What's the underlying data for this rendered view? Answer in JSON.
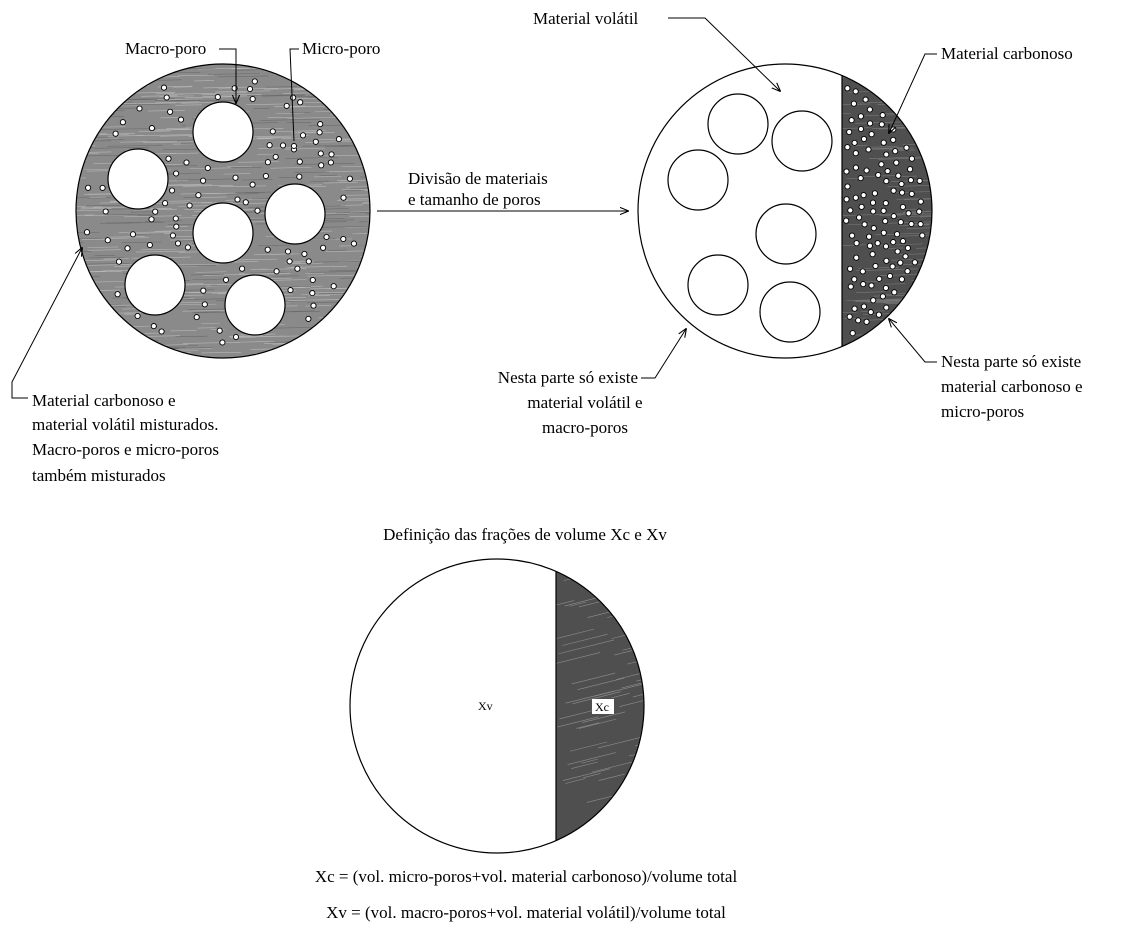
{
  "labels": {
    "macro_poro": "Macro-poro",
    "micro_poro": "Micro-poro",
    "material_volatil": "Material volátil",
    "material_carbonoso": "Material carbonoso",
    "divisao_line1": "Divisão de materiais",
    "divisao_line2": "e tamanho de poros",
    "mixed_line1": "Material carbonoso e",
    "mixed_line2": "material volátil misturados.",
    "mixed_line3": "Macro-poros e micro-poros",
    "mixed_line4": "também misturados",
    "volatile_part_line1": "Nesta parte só existe",
    "volatile_part_line2": "material volátil e",
    "volatile_part_line3": "macro-poros",
    "carbon_part_line1": "Nesta parte só existe",
    "carbon_part_line2": "material carbonoso e",
    "carbon_part_line3": "micro-poros",
    "definition_title": "Definição das frações de volume Xc e Xv",
    "xv": "Xv",
    "xc": "Xc",
    "formula_xc": "Xc = (vol. micro-poros+vol. material carbonoso)/volume total",
    "formula_xv": "Xv = (vol. macro-poros+vol. material volátil)/volume total"
  },
  "colors": {
    "mixed_fill": "#8a8a8a",
    "carbon_fill": "#4f4f4f",
    "outline": "#000000",
    "background": "#ffffff"
  }
}
